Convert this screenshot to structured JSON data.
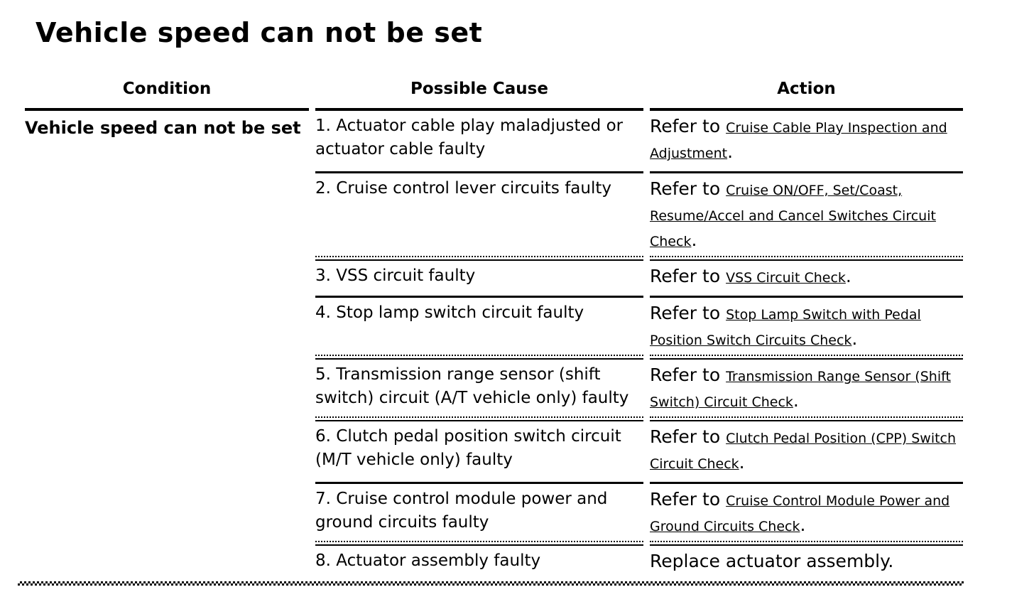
{
  "page": {
    "title": "Vehicle speed can not be set",
    "colors": {
      "text": "#000000",
      "background": "#ffffff",
      "link": "#000000"
    },
    "table": {
      "columns": [
        "Condition",
        "Possible Cause",
        "Action"
      ],
      "condition": "Vehicle speed can not be set",
      "rows": [
        {
          "cause": "1. Actuator cable play maladjusted or actuator cable faulty",
          "action_prefix": "Refer to ",
          "action_link": "Cruise Cable Play Inspection and Adjustment",
          "action_suffix": "."
        },
        {
          "cause": "2. Cruise control lever circuits faulty",
          "action_prefix": "Refer to ",
          "action_link": "Cruise ON/OFF, Set/Coast, Resume/Accel and Cancel Switches Circuit Check",
          "action_suffix": "."
        },
        {
          "cause": "3. VSS circuit faulty",
          "action_prefix": "Refer to ",
          "action_link": "VSS Circuit Check",
          "action_suffix": "."
        },
        {
          "cause": "4. Stop lamp switch circuit faulty",
          "action_prefix": "Refer to ",
          "action_link": "Stop Lamp Switch with Pedal Position Switch Circuits Check",
          "action_suffix": "."
        },
        {
          "cause": "5. Transmission range sensor (shift switch) circuit (A/T vehicle only) faulty",
          "action_prefix": "Refer to ",
          "action_link": "Transmission Range Sensor (Shift Switch) Circuit Check",
          "action_suffix": "."
        },
        {
          "cause": "6. Clutch pedal position switch circuit (M/T vehicle only) faulty",
          "action_prefix": "Refer to ",
          "action_link": "Clutch Pedal Position (CPP) Switch Circuit Check",
          "action_suffix": "."
        },
        {
          "cause": "7. Cruise control module power and ground circuits faulty",
          "action_prefix": "Refer to ",
          "action_link": "Cruise Control Module Power and Ground Circuits Check",
          "action_suffix": "."
        },
        {
          "cause": "8. Actuator assembly faulty",
          "action_text": "Replace actuator assembly."
        }
      ]
    }
  }
}
